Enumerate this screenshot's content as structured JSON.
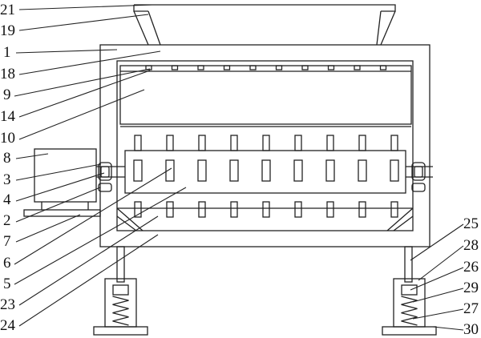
{
  "diagram": {
    "part_numbers": [
      {
        "key": "p21",
        "text": "21"
      },
      {
        "key": "p19",
        "text": "19"
      },
      {
        "key": "p1",
        "text": "1"
      },
      {
        "key": "p18",
        "text": "18"
      },
      {
        "key": "p9",
        "text": "9"
      },
      {
        "key": "p14",
        "text": "14"
      },
      {
        "key": "p10",
        "text": "10"
      },
      {
        "key": "p8",
        "text": "8"
      },
      {
        "key": "p3",
        "text": "3"
      },
      {
        "key": "p4",
        "text": "4"
      },
      {
        "key": "p2",
        "text": "2"
      },
      {
        "key": "p7",
        "text": "7"
      },
      {
        "key": "p6",
        "text": "6"
      },
      {
        "key": "p5",
        "text": "5"
      },
      {
        "key": "p23",
        "text": "23"
      },
      {
        "key": "p24",
        "text": "24"
      },
      {
        "key": "p25",
        "text": "25"
      },
      {
        "key": "p28",
        "text": "28"
      },
      {
        "key": "p26",
        "text": "26"
      },
      {
        "key": "p29",
        "text": "29"
      },
      {
        "key": "p27",
        "text": "27"
      },
      {
        "key": "p30",
        "text": "30"
      }
    ],
    "colors": {
      "line": "#222222",
      "background": "#ffffff"
    }
  }
}
